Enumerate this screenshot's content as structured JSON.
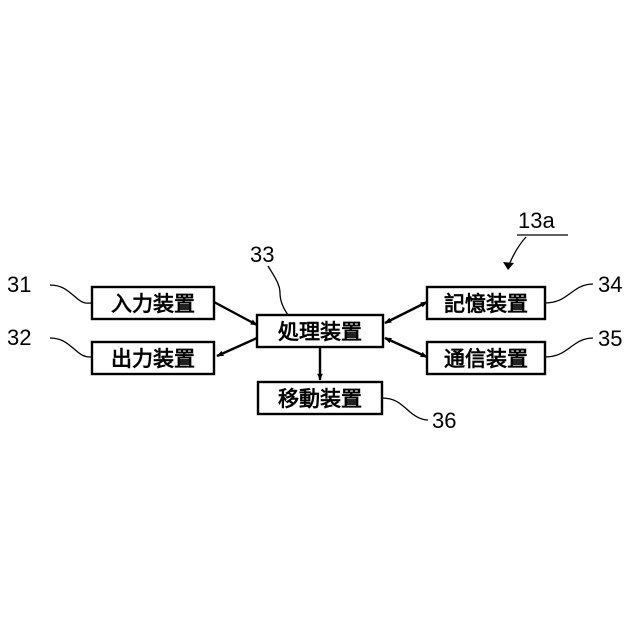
{
  "figure_label": "13a",
  "boxes": {
    "input": {
      "ref": "31",
      "label": "入力装置"
    },
    "output": {
      "ref": "32",
      "label": "出力装置"
    },
    "processing": {
      "ref": "33",
      "label": "処理装置"
    },
    "storage": {
      "ref": "34",
      "label": "記憶装置"
    },
    "communication": {
      "ref": "35",
      "label": "通信装置"
    },
    "movement": {
      "ref": "36",
      "label": "移動装置"
    }
  }
}
